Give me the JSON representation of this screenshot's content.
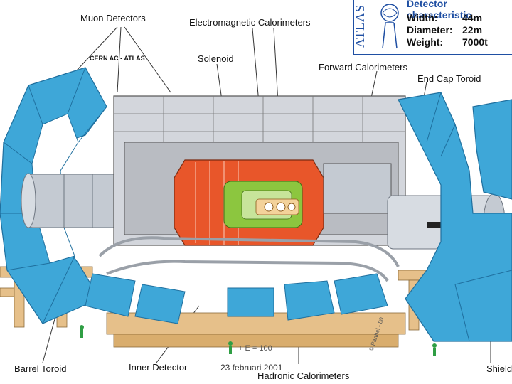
{
  "labels": {
    "muon_detectors": "Muon Detectors",
    "em_calorimeters": "Electromagnetic Calorimeters",
    "solenoid": "Solenoid",
    "forward_calorimeters": "Forward Calorimeters",
    "end_cap_toroid": "End Cap Toroid",
    "barrel_toroid": "Barrel Toroid",
    "inner_detector": "Inner Detector",
    "hadronic_calorimeters": "Hadronic Calorimeters",
    "shielding": "Shield"
  },
  "infobox": {
    "logo_text": "ATLAS",
    "title": "Detector characteristic",
    "rows": [
      {
        "label": "Width:",
        "value": "44m"
      },
      {
        "label": "Diameter:",
        "value": "22m"
      },
      {
        "label": "Weight:",
        "value": "7000t"
      }
    ],
    "footer": "CERN AC - ATLAS"
  },
  "overlay": {
    "date": "23 februari 2001",
    "equation": "+ E = 100",
    "credit": "© Parthel - 80"
  },
  "colors": {
    "muon_blue": "#3ea7d8",
    "muon_blue_dark": "#1f6f9e",
    "calorimeter_orange": "#e8562a",
    "inner_green": "#8cc63f",
    "support_tan": "#e6c08a",
    "structure_gray": "#b9bcc2",
    "frame_blue": "#1f4fa3"
  }
}
